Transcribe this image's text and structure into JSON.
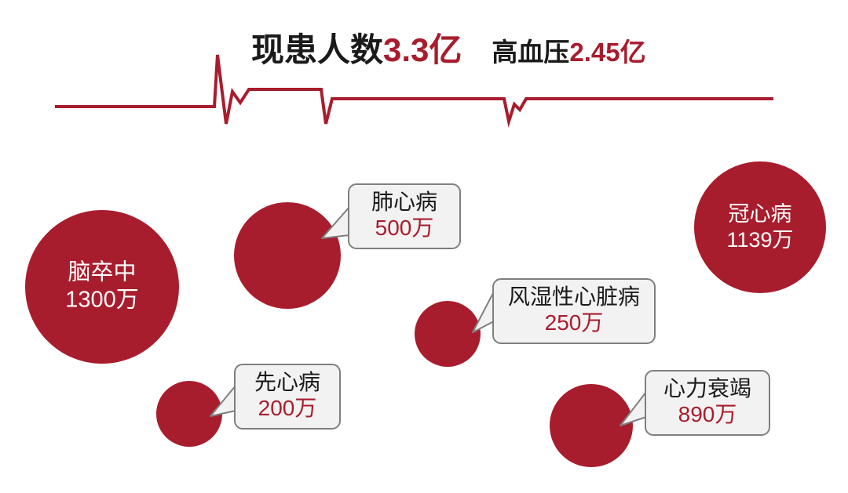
{
  "header": {
    "main_label": "现患人数",
    "main_value": "3.3亿",
    "sub_label": "高血压",
    "sub_value": "2.45亿"
  },
  "colors": {
    "brand_red": "#a81d2d",
    "text_black": "#1a1a1a",
    "callout_bg": "#f2f2f2",
    "callout_border": "#7f7f7f",
    "ecg_line": "#a81d2d"
  },
  "chart_data": {
    "type": "bubble",
    "title": "现患人数3.3亿　高血压2.45亿",
    "unit": "万",
    "legend": "",
    "grid": false,
    "categories": [
      "脑卒中",
      "肺心病",
      "冠心病",
      "风湿性心脏病",
      "先心病",
      "心力衰竭"
    ],
    "values": [
      1300,
      500,
      1139,
      250,
      200,
      890
    ],
    "value_labels": [
      "1300万",
      "500万",
      "1139万",
      "250万",
      "200万",
      "890万"
    ],
    "annotations": [
      "现患人数3.3亿",
      "高血压2.45亿"
    ]
  },
  "bubbles": [
    {
      "id": "stroke",
      "name": "脑卒中",
      "value": "1300万",
      "label_style": "inside"
    },
    {
      "id": "pulmonary",
      "name": "肺心病",
      "value": "500万",
      "label_style": "callout"
    },
    {
      "id": "coronary",
      "name": "冠心病",
      "value": "1139万",
      "label_style": "inside"
    },
    {
      "id": "rheumatic",
      "name": "风湿性心脏病",
      "value": "250万",
      "label_style": "callout"
    },
    {
      "id": "congenital",
      "name": "先心病",
      "value": "200万",
      "label_style": "callout"
    },
    {
      "id": "heartfailure",
      "name": "心力衰竭",
      "value": "890万",
      "label_style": "callout"
    }
  ],
  "icons": {
    "ecg": "heartbeat-line-icon"
  }
}
